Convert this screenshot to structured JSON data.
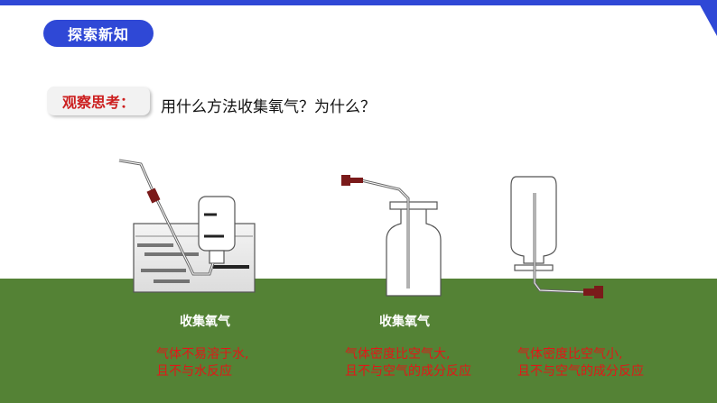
{
  "header": {
    "section_title": "探索新知"
  },
  "question": {
    "label": "观察思考：",
    "text": "用什么方法收集氧气？为什么？"
  },
  "methods": [
    {
      "caption": "收集氧气",
      "note_line1": "气体不易溶于水,",
      "note_line2": "且不与水反应"
    },
    {
      "caption": "收集氧气",
      "note_line1": "气体密度比空气大,",
      "note_line2": "且不与空气的成分反应"
    },
    {
      "caption": "",
      "note_line1": "气体密度比空气小,",
      "note_line2": "且不与空气的成分反应"
    }
  ],
  "colors": {
    "accent": "#2f48d6",
    "ground": "#548235",
    "warning_text": "#e01818",
    "stopper": "#7a1a1a"
  }
}
